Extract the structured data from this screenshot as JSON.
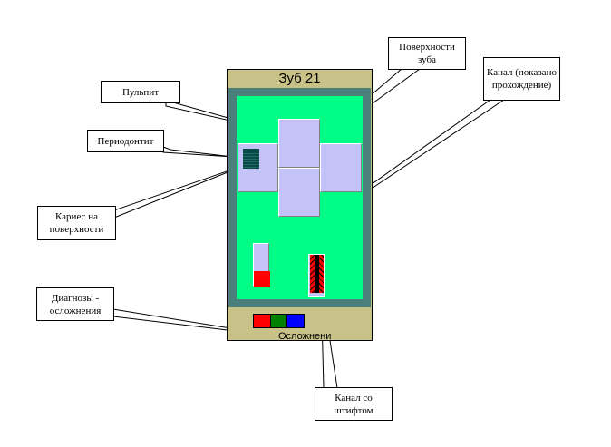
{
  "tooth": {
    "title": "Зуб 21",
    "complications_label": "Осложнени",
    "colors": {
      "header_bg": "#c8c288",
      "frame": "#4a7f7c",
      "pulp_area": "#00fd86",
      "surface": "#c4c3f7",
      "caries": "#0d4a47",
      "canal_fill": "#ff0000",
      "pin_core": "#000000"
    },
    "complications": [
      {
        "name": "red",
        "color": "#ff0000"
      },
      {
        "name": "green",
        "color": "#008000"
      },
      {
        "name": "blue",
        "color": "#0000ff"
      }
    ]
  },
  "callouts": {
    "pulpitis": "Пульпит",
    "periodontitis": "Периодонтит",
    "surface_caries": "Кариес на поверхности",
    "diagnoses_complications": "Диагнозы - осложнения",
    "tooth_surfaces": "Поверхности зуба",
    "canal_shown": "Канал (показано прохождение)",
    "canal_with_pin": "Канал со штифтом"
  }
}
